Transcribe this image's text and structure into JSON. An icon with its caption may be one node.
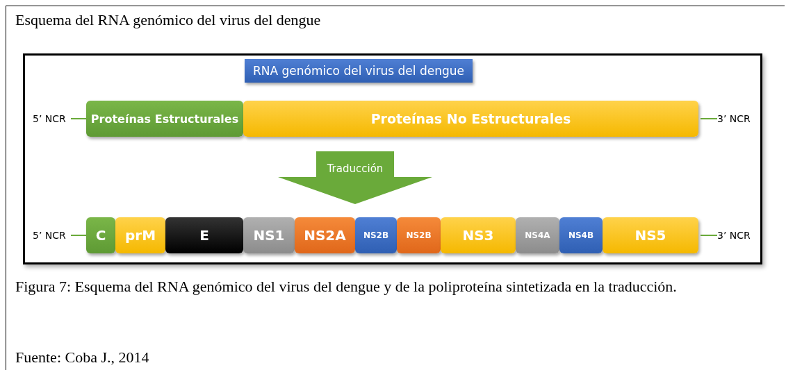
{
  "diagram": {
    "title": "Esquema del RNA genómico del virus del dengue",
    "caption": "Figura 7: Esquema del RNA genómico del virus del dengue y de la poliproteína sintetizada en la traducción.",
    "nodes": [
      {
        "text": [
          "RNA genómico del virus del dengue"
        ]
      },
      {
        "text": [
          "5’ NCR"
        ]
      },
      {
        "text": [
          "Proteínas Estructurales"
        ]
      },
      {
        "text": [
          "Proteínas No Estructurales"
        ]
      },
      {
        "text": [
          "3’ NCR"
        ]
      },
      {
        "text": [
          "Traducción"
        ]
      },
      {
        "text": [
          "5’ NCR"
        ]
      },
      {
        "text": [
          "C"
        ]
      },
      {
        "text": [
          "prM"
        ]
      },
      {
        "text": [
          "E"
        ]
      },
      {
        "text": [
          "NS1"
        ]
      },
      {
        "text": [
          "NS2A"
        ]
      },
      {
        "text": [
          "NS2B"
        ]
      },
      {
        "text": [
          "NS2B"
        ]
      },
      {
        "text": [
          "NS3"
        ]
      },
      {
        "text": [
          "NS4A"
        ]
      },
      {
        "text": [
          "NS4B"
        ]
      },
      {
        "text": [
          "NS5"
        ]
      },
      {
        "text": [
          "3’ NCR"
        ]
      }
    ],
    "edges": [
      {
        "from": 1,
        "to": 2,
        "arrow": "none"
      },
      {
        "from": 3,
        "to": 4,
        "arrow": "none"
      },
      {
        "from": 6,
        "to": 7,
        "arrow": "none"
      },
      {
        "from": 17,
        "to": 18,
        "arrow": "none"
      }
    ],
    "labels": [
      "Fuente: Coba J., 2014"
    ]
  }
}
